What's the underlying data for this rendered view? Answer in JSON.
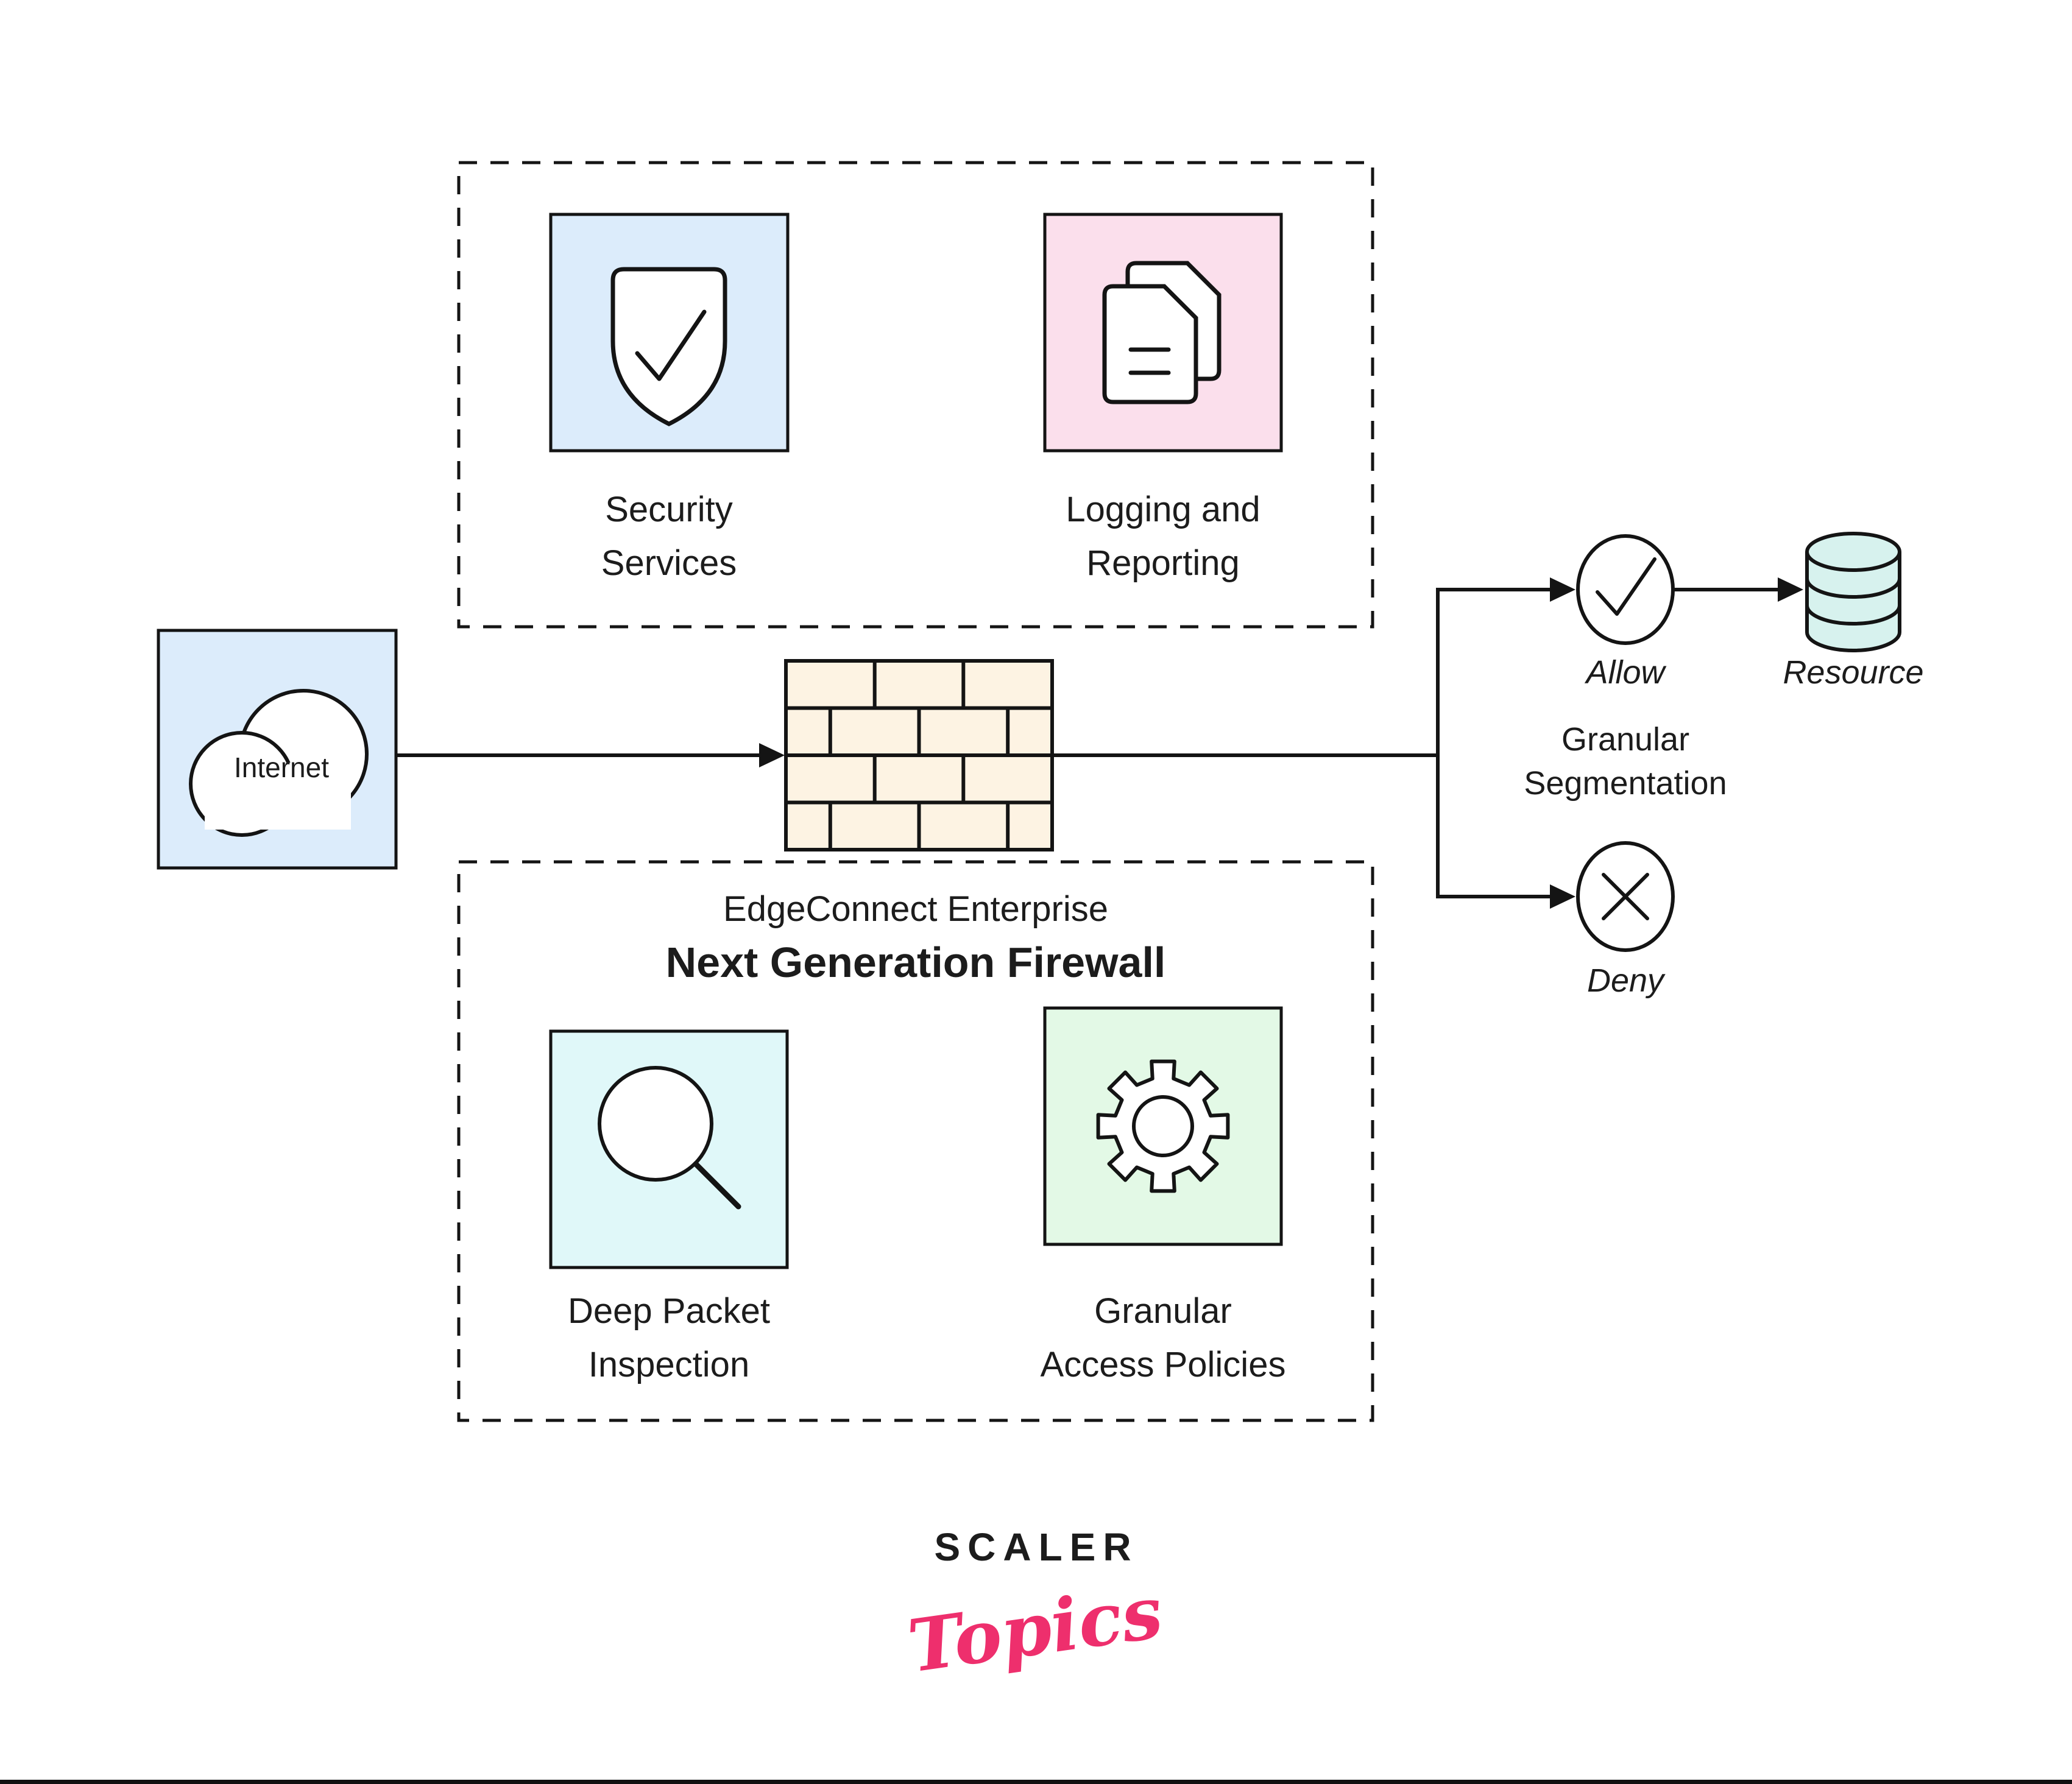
{
  "diagram": {
    "security_box": {
      "line1": "Security",
      "line2": "Services",
      "fill": "#dcecfb"
    },
    "logging_box": {
      "line1": "Logging and",
      "line2": "Reporting",
      "fill": "#fbdfec"
    },
    "internet_box": {
      "label": "Internet",
      "fill": "#dcecfb"
    },
    "firewall": {
      "brick_fill": "#fdf3e3"
    },
    "ngfw_box": {
      "subtitle": "EdgeConnect Enterprise",
      "title": "Next Generation Firewall"
    },
    "dpi_box": {
      "line1": "Deep Packet",
      "line2": "Inspection",
      "fill": "#e0f8f9"
    },
    "policies_box": {
      "line1": "Granular",
      "line2": "Access Policies",
      "fill": "#e3f9e6"
    },
    "allow_label": "Allow",
    "deny_label": "Deny",
    "resource_label": "Resource",
    "resource_fill": "#d7f2ee",
    "segmentation": {
      "line1": "Granular",
      "line2": "Segmentation"
    },
    "ink": "#141414"
  },
  "logo": {
    "brand": "SCALER",
    "word": "Topics",
    "brand_color": "#1d2b4f",
    "word_color": "#ee2f6d"
  }
}
